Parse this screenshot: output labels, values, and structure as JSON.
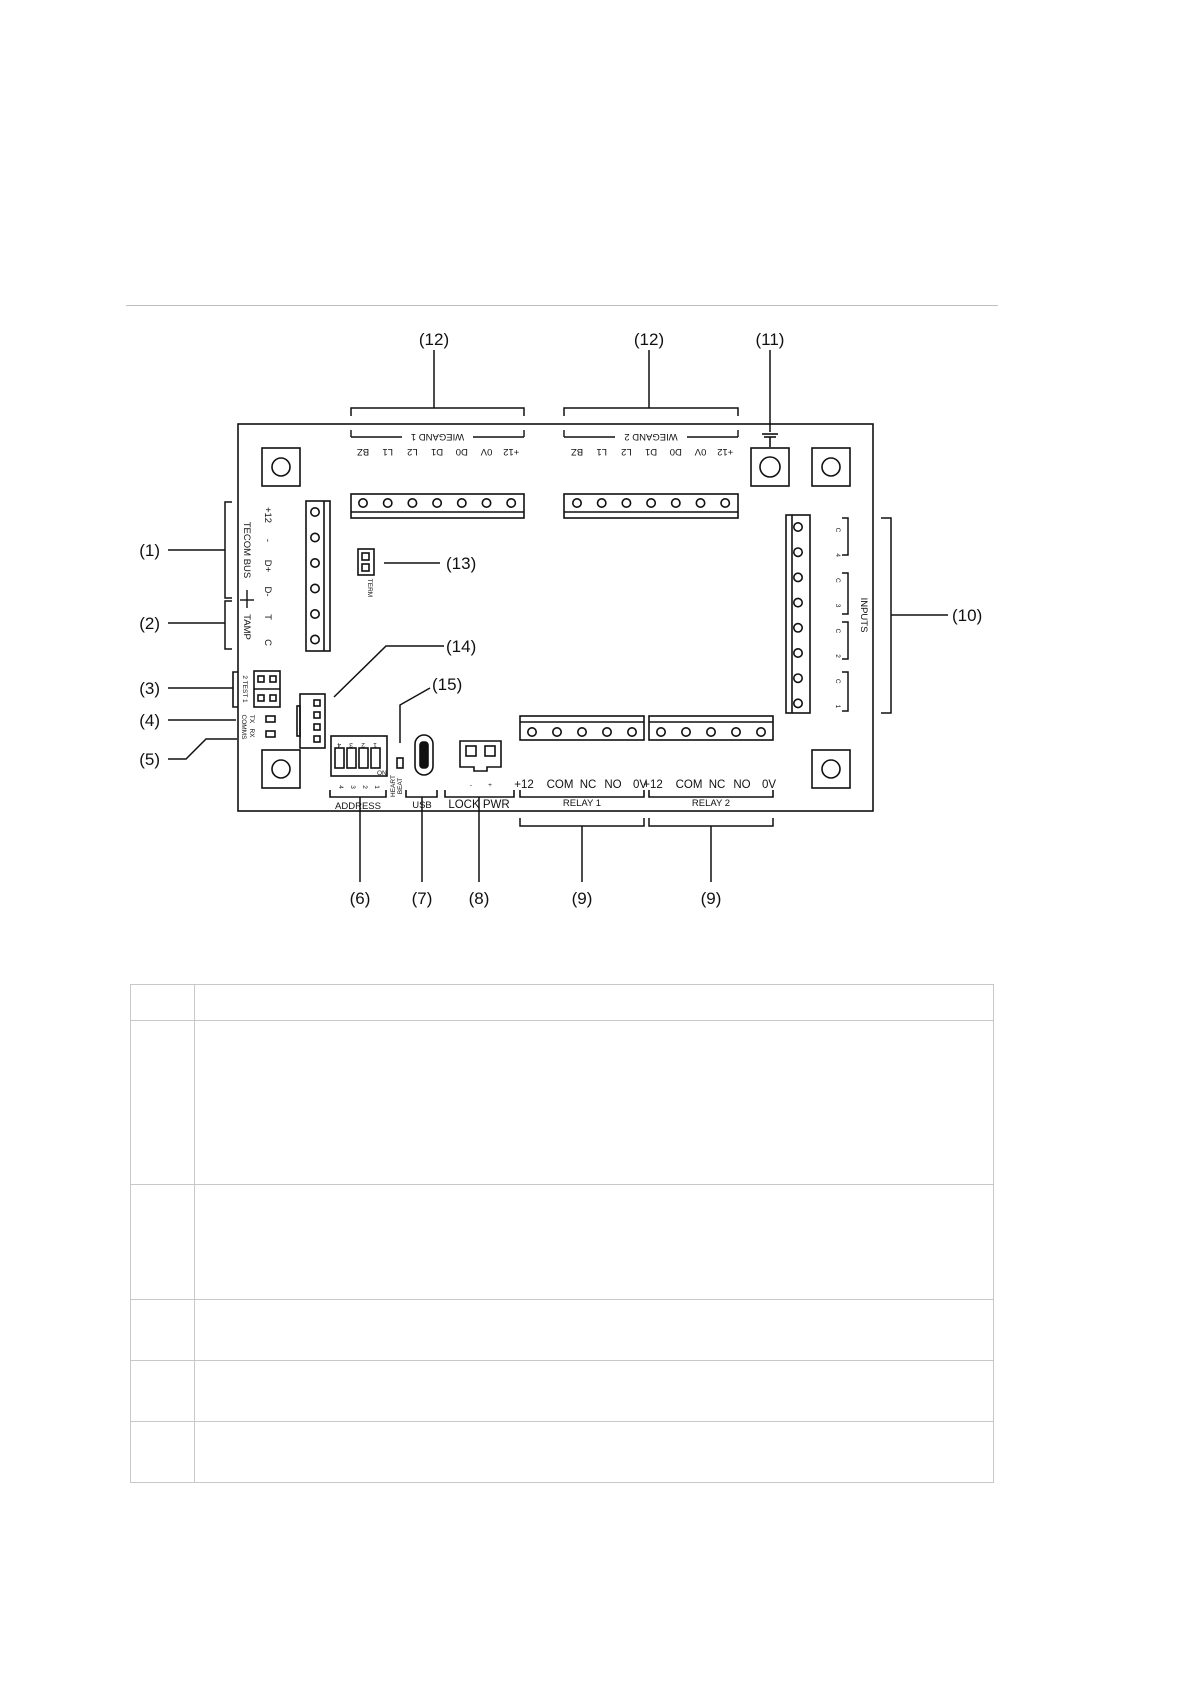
{
  "callouts": {
    "c1": "(1)",
    "c2": "(2)",
    "c3": "(3)",
    "c4": "(4)",
    "c5": "(5)",
    "c6": "(6)",
    "c7": "(7)",
    "c8": "(8)",
    "c9a": "(9)",
    "c9b": "(9)",
    "c10": "(10)",
    "c11": "(11)",
    "c12a": "(12)",
    "c12b": "(12)",
    "c13": "(13)",
    "c14": "(14)",
    "c15": "(15)"
  },
  "wiegand1": {
    "title": "WIEGAND 1",
    "pins": [
      "+12",
      "0V",
      "D0",
      "D1",
      "L2",
      "L1",
      "BZ"
    ]
  },
  "wiegand2": {
    "title": "WIEGAND 2",
    "pins": [
      "+12",
      "0V",
      "D0",
      "D1",
      "L2",
      "L1",
      "BZ"
    ]
  },
  "tecom": {
    "bus_label": "TECOM BUS",
    "tamp_label": "TAMP",
    "pins": [
      "+12",
      "-",
      "D+",
      "D-",
      "T",
      "C"
    ]
  },
  "test": {
    "label": "2 TEST 1"
  },
  "comms": {
    "tx": "TX",
    "rx": "RX",
    "label": "COMMS"
  },
  "term": {
    "label": "TERM"
  },
  "address": {
    "label": "ADDRESS",
    "on": "ON",
    "switch_top": [
      "4",
      "3",
      "2",
      "1"
    ],
    "numbers": [
      "4",
      "3",
      "2",
      "1"
    ]
  },
  "heartbeat": {
    "label1": "HEART",
    "label2": "BEAT"
  },
  "usb": {
    "label": "USB"
  },
  "lockpwr": {
    "label": "LOCK PWR",
    "minus": "-",
    "plus": "+"
  },
  "relay1": {
    "label": "RELAY 1",
    "pins": [
      "+12",
      "COM",
      "NC",
      "NO",
      "0V"
    ]
  },
  "relay2": {
    "label": "RELAY 2",
    "pins": [
      "+12",
      "COM",
      "NC",
      "NO",
      "0V"
    ]
  },
  "inputs": {
    "label": "INPUTS",
    "pins": [
      "C",
      "4",
      "C",
      "3",
      "C",
      "2",
      "C",
      "1"
    ]
  }
}
